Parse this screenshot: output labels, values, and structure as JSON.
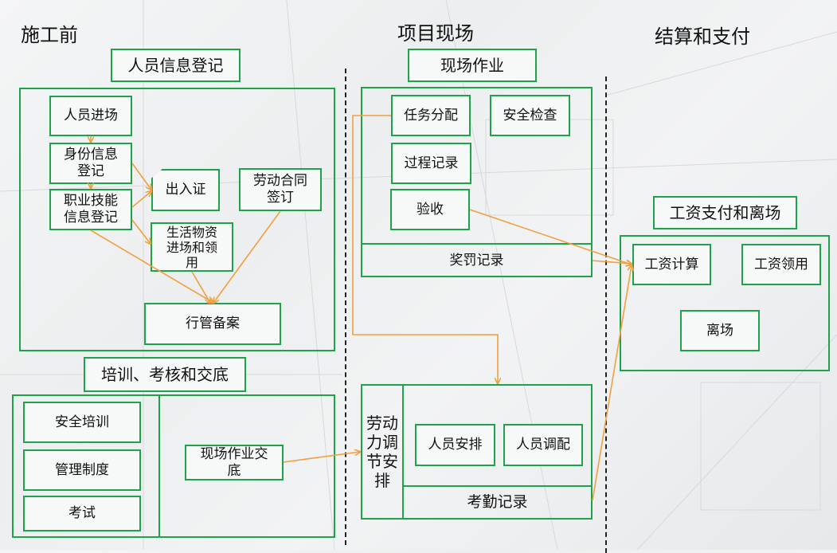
{
  "headings": {
    "pre_construction": "施工前",
    "project_site": "项目现场",
    "settlement": "结算和支付"
  },
  "sections": {
    "personnel_registration": {
      "title": "人员信息登记",
      "personnel_entry": "人员进场",
      "id_info_registration": "身份信息\n登记",
      "skill_info_registration": "职业技能\n信息登记",
      "access_pass": "出入证",
      "labor_contract": "劳动合同\n签订",
      "supplies": "生活物资\n进场和领\n用",
      "admin_filing": "行管备案"
    },
    "training": {
      "title": "培训、考核和交底",
      "safety_training": "安全培训",
      "management_system": "管理制度",
      "exam": "考试",
      "site_briefing": "现场作业交\n底"
    },
    "site_work": {
      "title": "现场作业",
      "task_assignment": "任务分配",
      "safety_inspection": "安全检查",
      "process_record": "过程记录",
      "acceptance": "验收",
      "reward_penalty": "奖罚记录"
    },
    "labor_adjustment": {
      "title": "劳动力调节安排",
      "staff_arrangement": "人员安排",
      "staff_transfer": "人员调配",
      "attendance": "考勤记录"
    },
    "payment": {
      "title": "工资支付和离场",
      "wage_calc": "工资计算",
      "wage_receipt": "工资领用",
      "departure": "离场"
    }
  },
  "colors": {
    "box_border": "#1fa34a",
    "arrow": "#f0a040",
    "divider": "#222222"
  }
}
